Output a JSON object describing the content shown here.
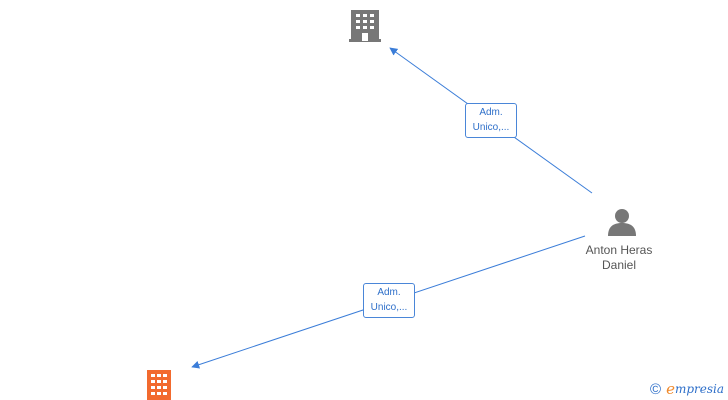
{
  "nodes": {
    "company_top": {
      "icon": "building-icon",
      "color": "#777777"
    },
    "company_bottom": {
      "icon": "building-icon",
      "color": "#f26a2e"
    },
    "person": {
      "icon": "person-icon",
      "color": "#777777",
      "name_line1": "Anton Heras",
      "name_line2": "Daniel"
    }
  },
  "edges": [
    {
      "label_line1": "Adm.",
      "label_line2": "Unico,..."
    },
    {
      "label_line1": "Adm.",
      "label_line2": "Unico,..."
    }
  ],
  "edge_color": "#3b7dd8",
  "brand": {
    "copyright": "©",
    "initial": "e",
    "rest": "mpresia"
  }
}
